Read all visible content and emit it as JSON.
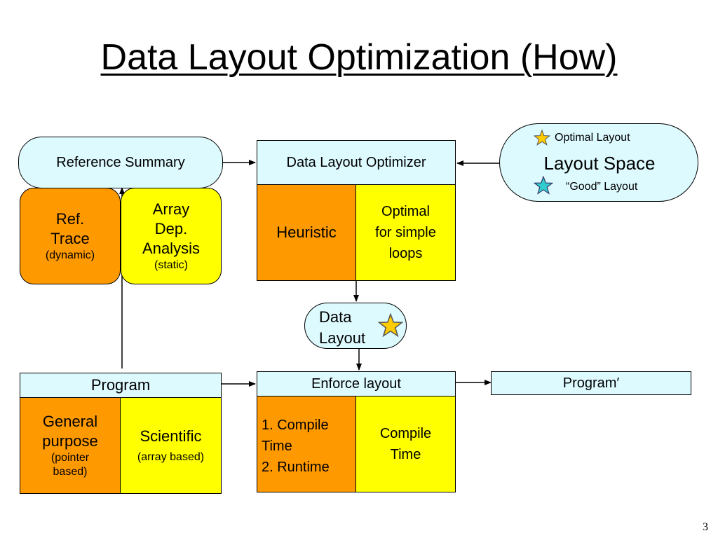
{
  "title": "Data Layout Optimization (How)",
  "reference_summary": "Reference Summary",
  "ref_trace": {
    "line1": "Ref.",
    "line2": "Trace",
    "note": "(dynamic)"
  },
  "array_dep": {
    "line1": "Array",
    "line2": "Dep.",
    "line3": "Analysis",
    "note": "(static)"
  },
  "optimizer": {
    "header": "Data Layout Optimizer",
    "heuristic": "Heuristic",
    "optimal_l1": "Optimal",
    "optimal_l2": "for simple",
    "optimal_l3": "loops"
  },
  "layout_space": {
    "optimal": "Optimal Layout",
    "title": "Layout Space",
    "good": "“Good” Layout"
  },
  "data_layout": {
    "line1": "Data",
    "line2": "Layout"
  },
  "program": {
    "header": "Program",
    "general_l1": "General",
    "general_l2": "purpose",
    "general_note_l1": "(pointer",
    "general_note_l2": "based)",
    "scientific": "Scientific",
    "scientific_note": "(array based)"
  },
  "enforce": {
    "header": "Enforce layout",
    "item1_l1": "1. Compile",
    "item1_l2": "Time",
    "item2": "2. Runtime",
    "compile_l1": "Compile",
    "compile_l2": "Time"
  },
  "program_prime": "Program′",
  "page_number": "3",
  "colors": {
    "cyan": "#ddfaff",
    "orange": "#ff9900",
    "yellow": "#ffff00",
    "star_gold": "#ffcc00",
    "star_cyan": "#33cccc"
  }
}
